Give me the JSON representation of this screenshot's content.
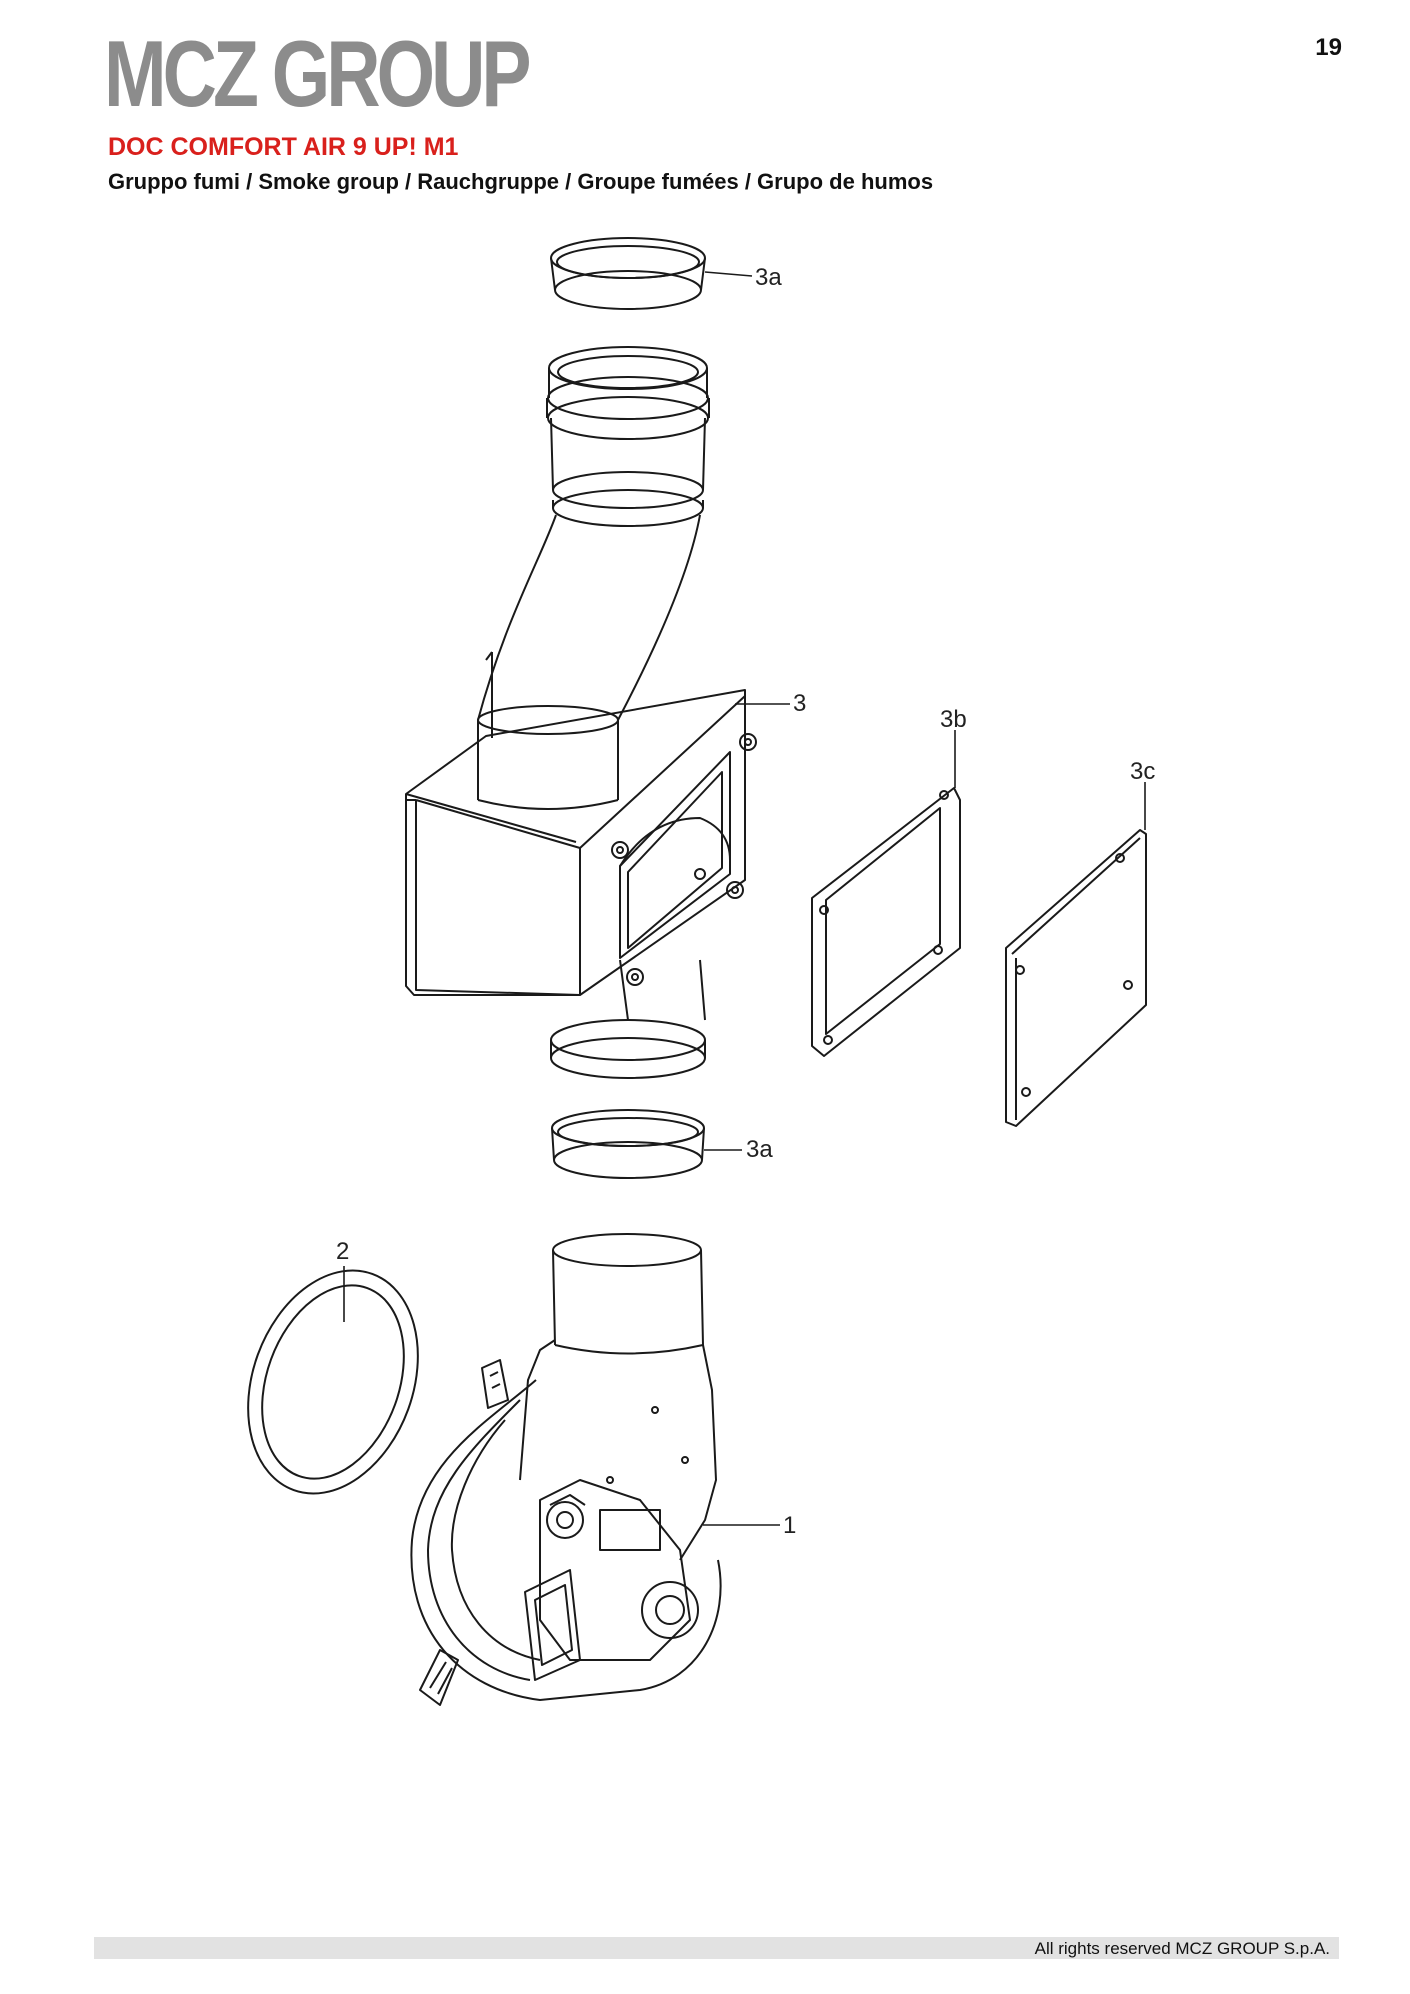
{
  "header": {
    "logo_text": "MCZ GROUP",
    "page_number": "19",
    "model": "DOC COMFORT AIR 9 UP! M1",
    "subtitle": "Gruppo fumi / Smoke group / Rauchgruppe / Groupe fumées / Grupo de humos"
  },
  "diagram": {
    "callouts": {
      "c3a_top": "3a",
      "c3": "3",
      "c3b": "3b",
      "c3c": "3c",
      "c3a_bottom": "3a",
      "c2": "2",
      "c1": "1"
    }
  },
  "footer": {
    "copyright": "All rights reserved MCZ GROUP S.p.A."
  },
  "colors": {
    "logo": "#8c8c8c",
    "model_title": "#d9201c",
    "footer_bar": "#e2e2e2"
  }
}
